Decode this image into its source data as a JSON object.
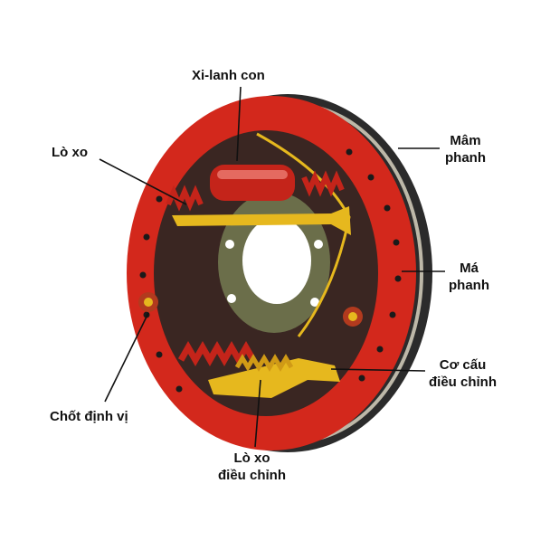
{
  "labels": {
    "wheel_cylinder": "Xi-lanh con",
    "spring": "Lò xo",
    "backing_plate": [
      "Mâm",
      "phanh"
    ],
    "brake_shoe": [
      "Má",
      "phanh"
    ],
    "adjuster": [
      "Cơ cấu",
      "điều chỉnh"
    ],
    "locating_pin": "Chốt định vị",
    "adjuster_spring": [
      "Lò xo",
      "điều chỉnh"
    ]
  },
  "colors": {
    "drum_red": "#d3281c",
    "drum_dark": "#2b2b2b",
    "hub_olive": "#6b6e4a",
    "spring_red": "#c4241a",
    "yellow_parts": "#e6b81e",
    "label_line": "#111111"
  }
}
